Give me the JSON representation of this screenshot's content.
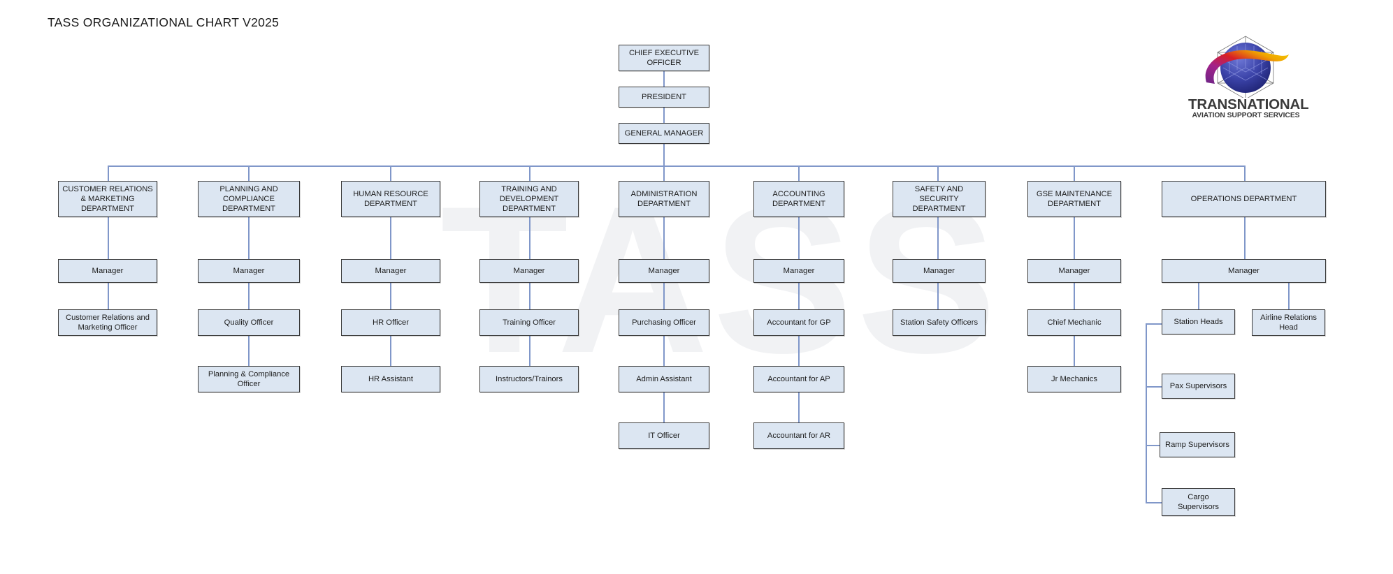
{
  "page": {
    "title": "TASS ORGANIZATIONAL CHART V2025",
    "watermark": "TASS",
    "background_color": "#ffffff",
    "box_fill_color": "#dce6f2",
    "box_border_color": "#3a3a3a",
    "connector_color": "#8097c9",
    "watermark_color": "#f1f2f4"
  },
  "logo": {
    "name": "TRANSNATIONAL",
    "subtitle": "AVIATION SUPPORT SERVICES",
    "mark": "cube-sphere-swoosh-logo",
    "colors": [
      "#2b2f8f",
      "#3b43a8",
      "#7a2a8f",
      "#d81f26",
      "#f2c200"
    ]
  },
  "chart_data": {
    "type": "org-chart",
    "title": "TASS ORGANIZATIONAL CHART V2025",
    "nodes": {
      "ceo": "CHIEF EXECUTIVE\nOFFICER",
      "president": "PRESIDENT",
      "general_manager": "GENERAL MANAGER"
    },
    "manager_label": "Manager",
    "departments": [
      {
        "id": "customer-relations-marketing",
        "name": "CUSTOMER RELATIONS\n& MARKETING\nDEPARTMENT",
        "manager": "Manager",
        "reports": [
          "Customer Relations and\nMarketing Officer"
        ]
      },
      {
        "id": "planning-compliance",
        "name": "PLANNING AND\nCOMPLIANCE\nDEPARTMENT",
        "manager": "Manager",
        "reports": [
          "Quality Officer",
          "Planning & Compliance\nOfficer"
        ]
      },
      {
        "id": "human-resource",
        "name": "HUMAN RESOURCE\nDEPARTMENT",
        "manager": "Manager",
        "reports": [
          "HR Officer",
          "HR Assistant"
        ]
      },
      {
        "id": "training-development",
        "name": "TRAINING AND\nDEVELOPMENT\nDEPARTMENT",
        "manager": "Manager",
        "reports": [
          "Training Officer",
          "Instructors/Trainors"
        ]
      },
      {
        "id": "administration",
        "name": "ADMINISTRATION\nDEPARTMENT",
        "manager": "Manager",
        "reports": [
          "Purchasing Officer",
          "Admin Assistant",
          "IT Officer"
        ]
      },
      {
        "id": "accounting",
        "name": "ACCOUNTING\nDEPARTMENT",
        "manager": "Manager",
        "reports": [
          "Accountant for GP",
          "Accountant for AP",
          "Accountant for AR"
        ]
      },
      {
        "id": "safety-security",
        "name": "SAFETY AND SECURITY\nDEPARTMENT",
        "manager": "Manager",
        "reports": [
          "Station Safety Officers"
        ]
      },
      {
        "id": "gse-maintenance",
        "name": "GSE MAINTENANCE\nDEPARTMENT",
        "manager": "Manager",
        "reports": [
          "Chief Mechanic",
          "Jr Mechanics"
        ]
      },
      {
        "id": "operations",
        "name": "OPERATIONS DEPARTMENT",
        "manager": "Manager",
        "reports": [
          "Station Heads",
          "Airline Relations\nHead",
          "Pax Supervisors",
          "Ramp Supervisors",
          "Cargo\nSupervisors"
        ]
      }
    ]
  }
}
